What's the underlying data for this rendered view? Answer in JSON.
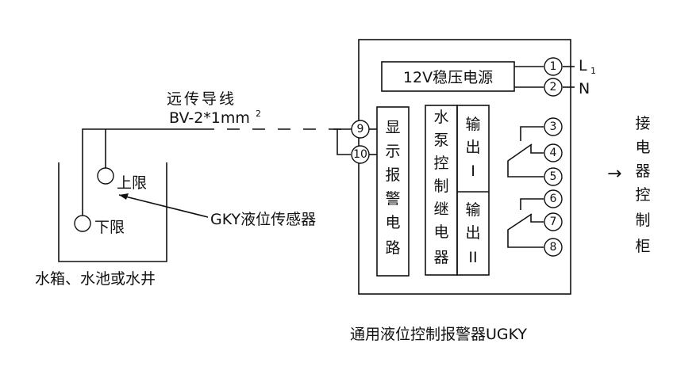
{
  "wire_label": {
    "line1": "远传导线",
    "line2": "BV-2*1mm",
    "sup": "2"
  },
  "tank": {
    "label": "水箱、水池或水井",
    "upper_label": "上限",
    "lower_label": "下限"
  },
  "sensor_label": "GKY液位传感器",
  "device": {
    "caption": "通用液位控制报警器UGKY",
    "psu_label": "12V稳压电源",
    "display_alarm_chars": [
      "显",
      "示",
      "报",
      "警",
      "电",
      "路"
    ],
    "pump_relay_chars": [
      "水",
      "泵",
      "控",
      "制",
      "继",
      "电",
      "器"
    ],
    "output1_chars": [
      "输",
      "出",
      "I"
    ],
    "output2_chars": [
      "输",
      "出",
      "II"
    ],
    "power_labels": {
      "l": "L",
      "l_sub": "1",
      "n": "N"
    },
    "terminals": [
      "1",
      "2",
      "3",
      "4",
      "5",
      "6",
      "7",
      "8",
      "9",
      "10"
    ]
  },
  "control_cabinet": {
    "arrow": "→",
    "chars": [
      "接",
      "电",
      "器",
      "控",
      "制",
      "柜"
    ]
  }
}
